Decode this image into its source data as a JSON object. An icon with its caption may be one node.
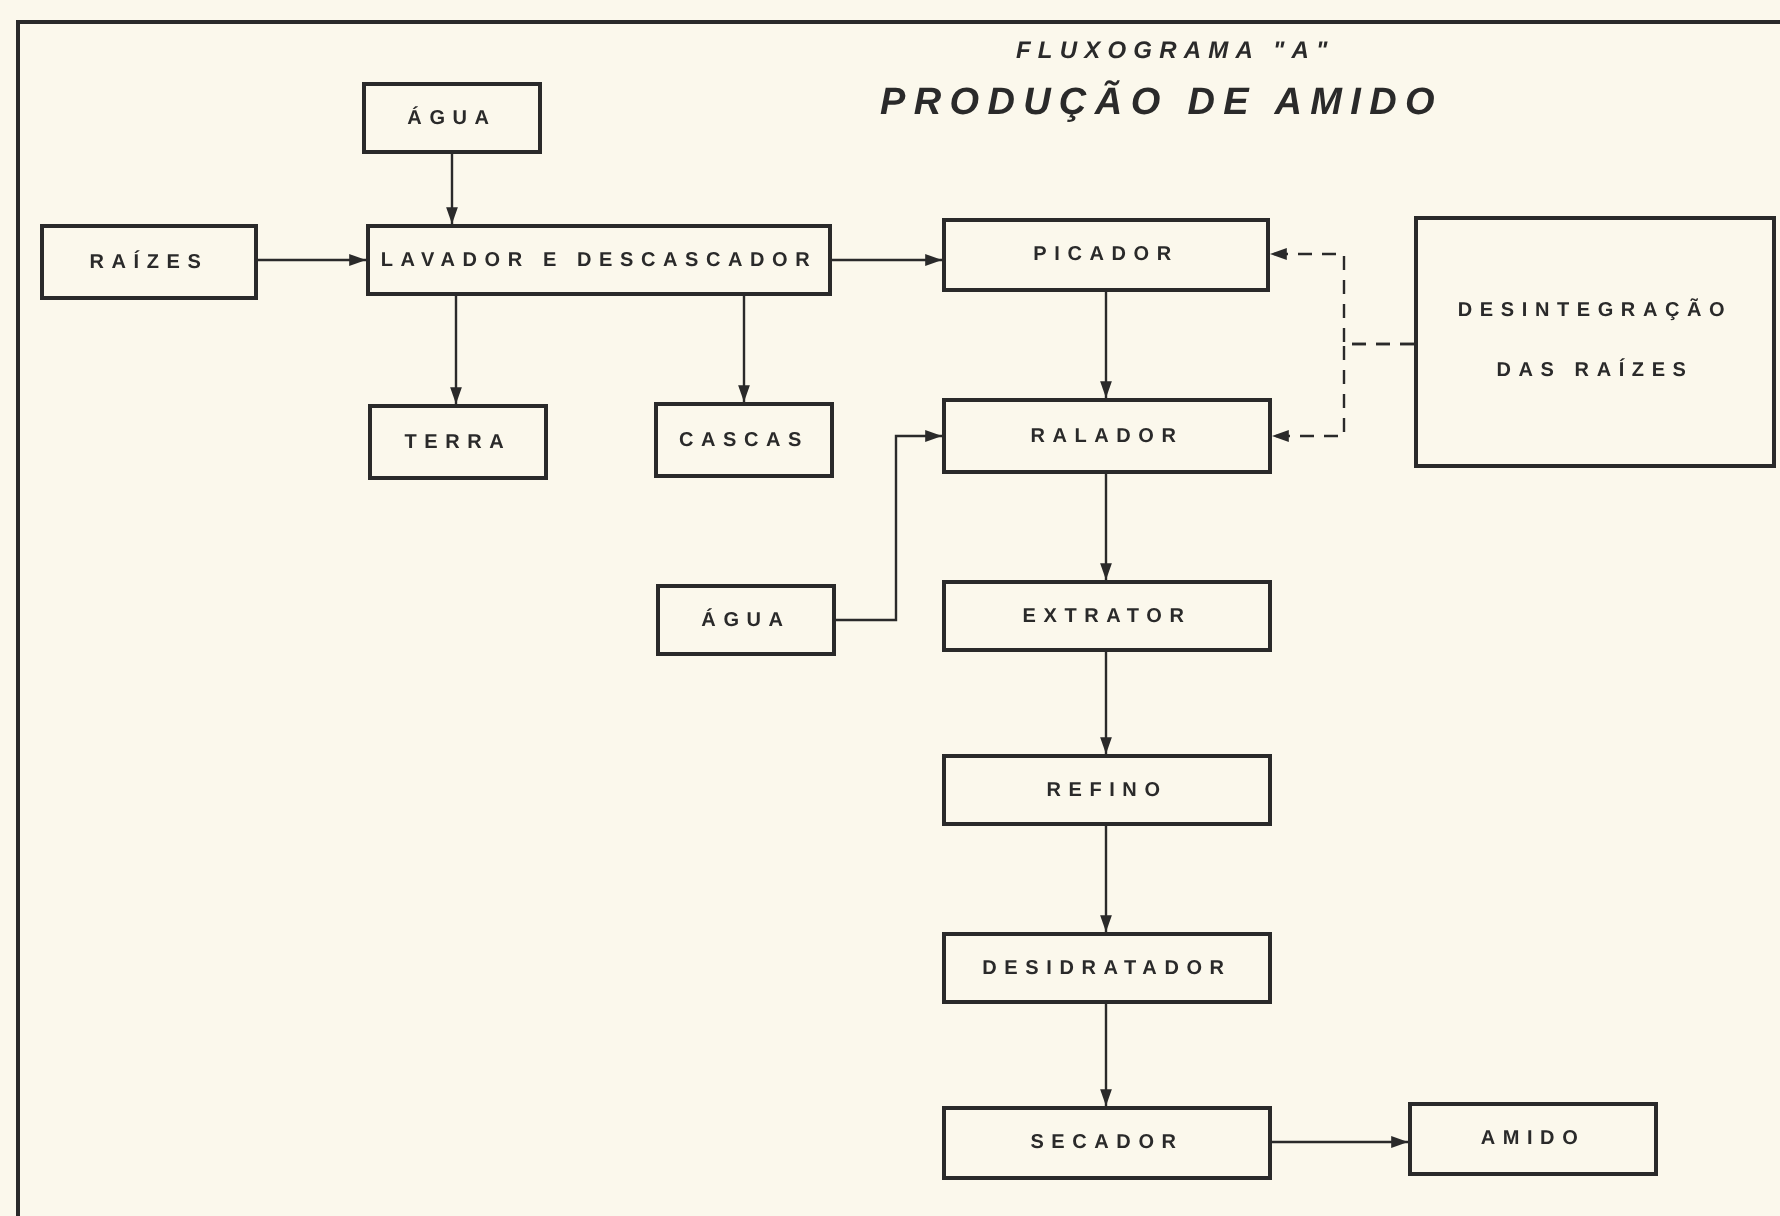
{
  "diagram": {
    "title": "PRODUÇÃO DE AMIDO",
    "nodes": [
      {
        "text": [
          "ÁGUA"
        ]
      },
      {
        "text": [
          "RAÍZES"
        ]
      },
      {
        "text": [
          "LAVADOR E DESCASCADOR"
        ]
      },
      {
        "text": [
          "TERRA"
        ]
      },
      {
        "text": [
          "CASCAS"
        ]
      },
      {
        "text": [
          "PICADOR"
        ]
      },
      {
        "text": [
          "DESINTEGRAÇÃO DAS RAÍZES"
        ]
      },
      {
        "text": [
          "RALADOR"
        ]
      },
      {
        "text": [
          "ÁGUA"
        ]
      },
      {
        "text": [
          "EXTRATOR"
        ]
      },
      {
        "text": [
          "REFINO"
        ]
      },
      {
        "text": [
          "DESIDRATADOR"
        ]
      },
      {
        "text": [
          "SECADOR"
        ]
      },
      {
        "text": [
          "AMIDO"
        ]
      }
    ],
    "edges": [
      {
        "from": 0,
        "to": 2,
        "arrow": "to"
      },
      {
        "from": 1,
        "to": 2,
        "arrow": "to"
      },
      {
        "from": 2,
        "to": 3,
        "arrow": "to"
      },
      {
        "from": 2,
        "to": 4,
        "arrow": "to"
      },
      {
        "from": 2,
        "to": 5,
        "arrow": "to"
      },
      {
        "from": 5,
        "to": 7,
        "arrow": "to"
      },
      {
        "from": 8,
        "to": 7,
        "arrow": "to"
      },
      {
        "from": 6,
        "to": 5,
        "arrow": "to",
        "style": "dashed"
      },
      {
        "from": 6,
        "to": 7,
        "arrow": "to",
        "style": "dashed"
      },
      {
        "from": 7,
        "to": 9,
        "arrow": "to"
      },
      {
        "from": 9,
        "to": 10,
        "arrow": "to"
      },
      {
        "from": 10,
        "to": 11,
        "arrow": "to"
      },
      {
        "from": 11,
        "to": 12,
        "arrow": "to"
      },
      {
        "from": 12,
        "to": 13,
        "arrow": "to"
      }
    ],
    "labels": [
      "FLUXOGRAMA \"A\""
    ]
  }
}
